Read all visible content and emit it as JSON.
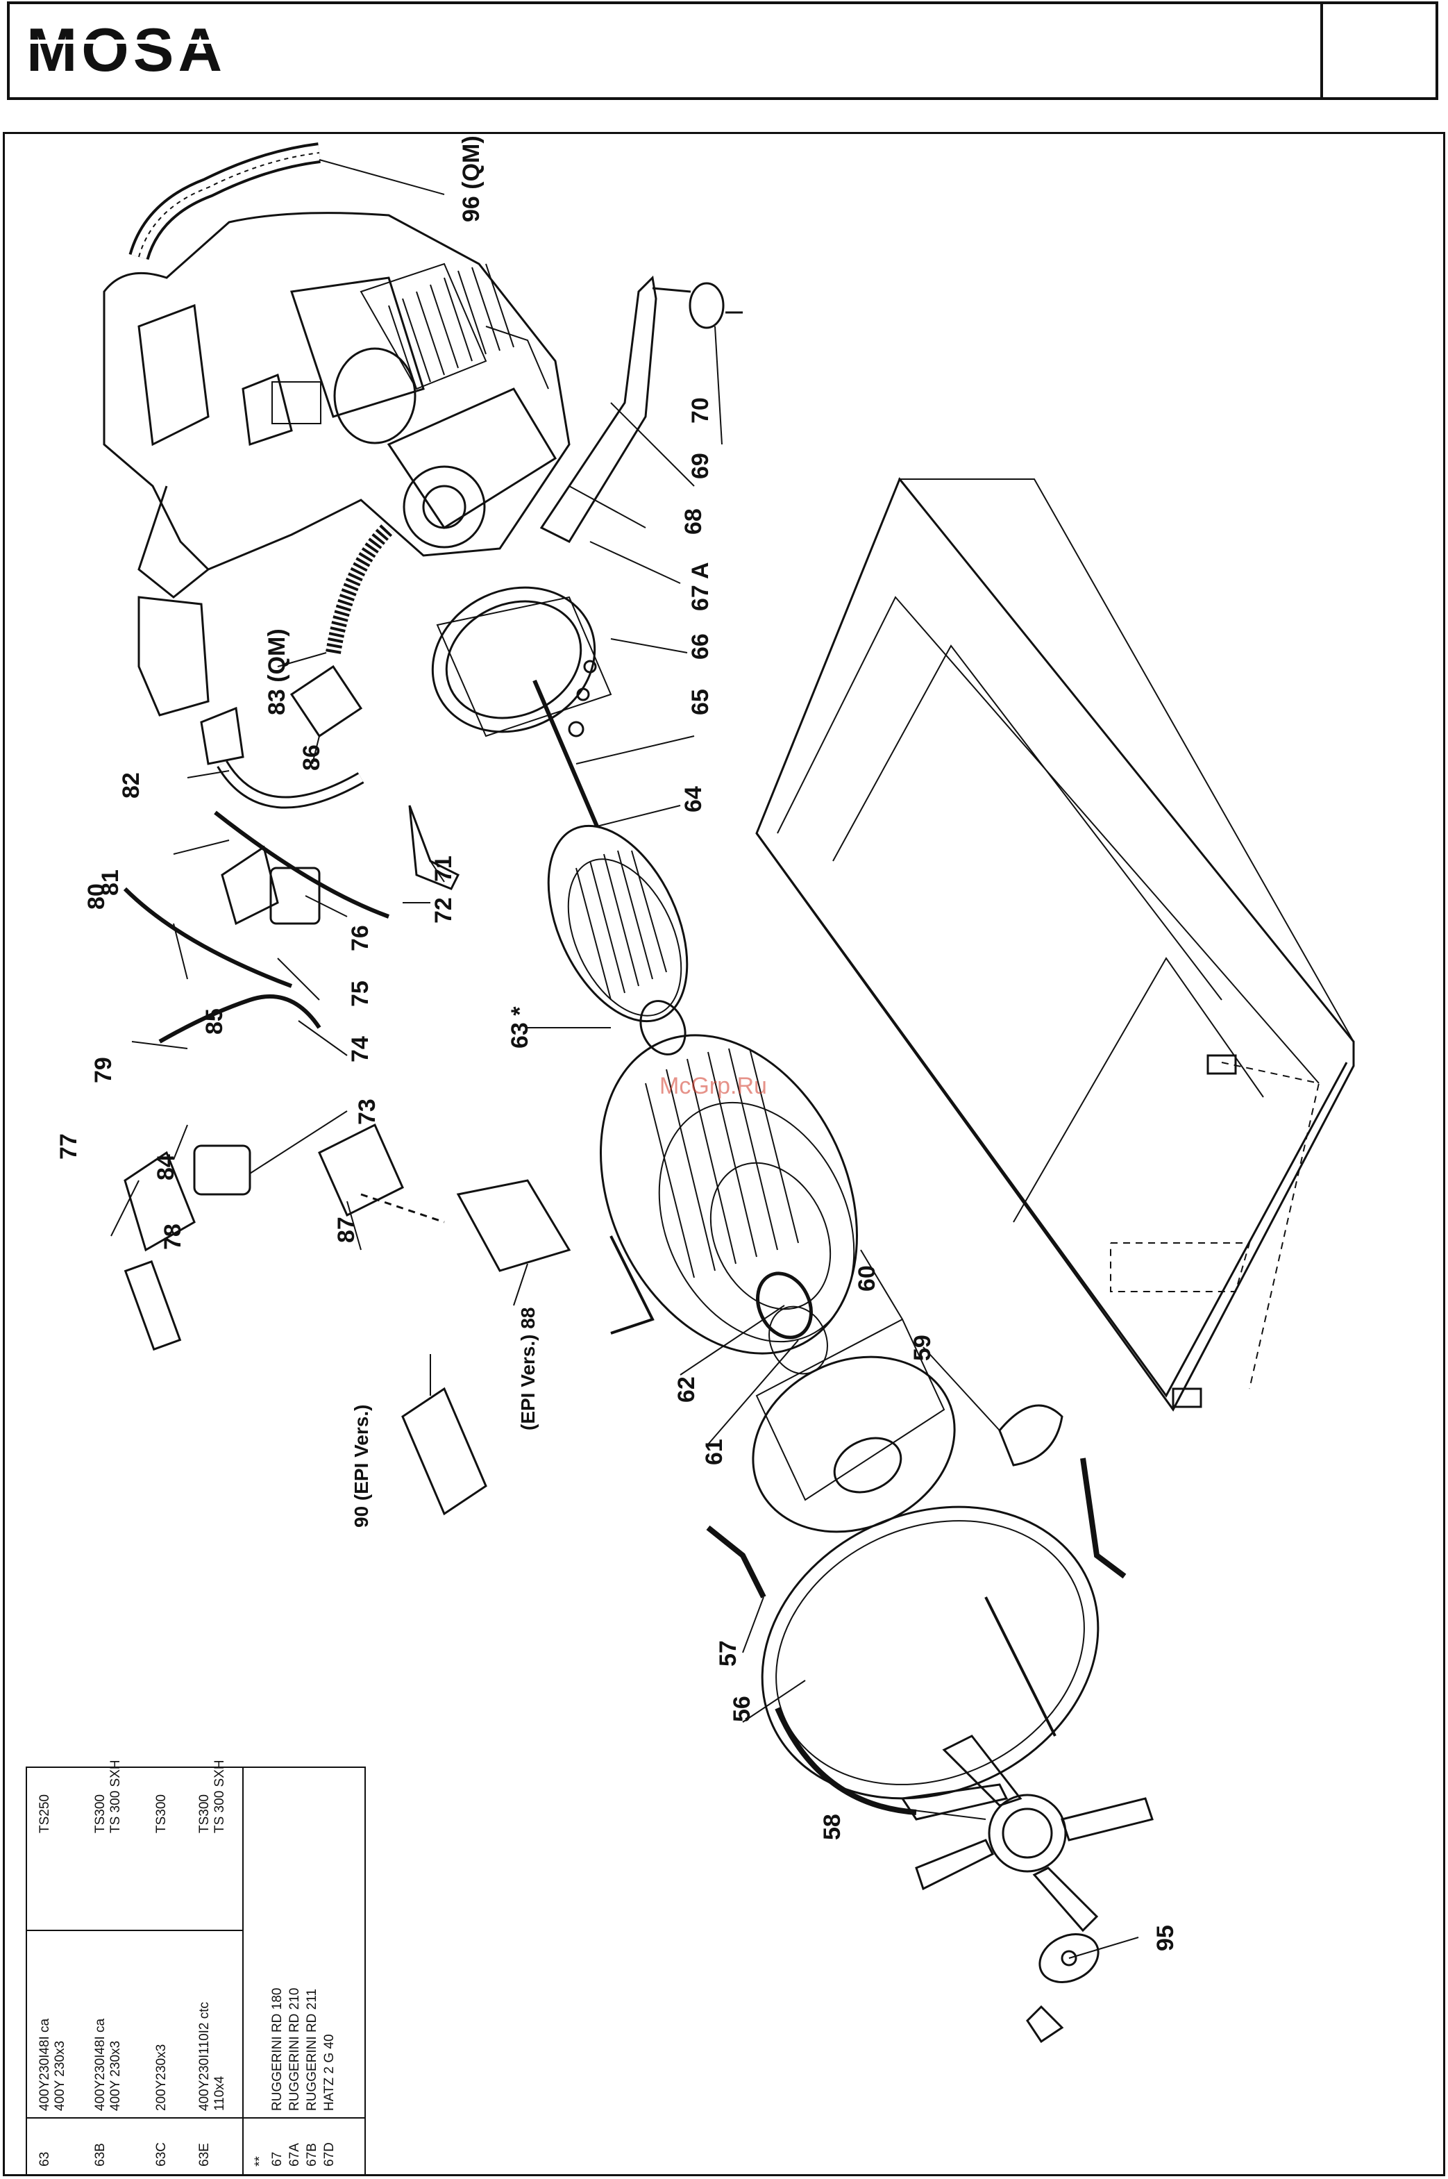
{
  "brand": {
    "logo_text": "MOSA"
  },
  "watermark": "McGrp.Ru",
  "callouts": {
    "c96": "96 (QM)",
    "c70": "70",
    "c69": "69",
    "c68": "68",
    "c67a": "67 A",
    "c66": "66",
    "c65": "65",
    "c64": "64",
    "c63": "63 *",
    "c62": "62",
    "c61": "61",
    "c60": "60",
    "c59": "59",
    "c58": "58",
    "c57": "57",
    "c56": "56",
    "c95": "95",
    "c83": "83 (QM)",
    "c86": "86",
    "c82": "82",
    "c81": "81",
    "c80": "80",
    "c79": "79",
    "c77": "77",
    "c84": "84",
    "c78": "78",
    "c73": "73",
    "c85": "85",
    "c74": "74",
    "c75": "75",
    "c76": "76",
    "c72": "72",
    "c71": "71",
    "c87": "87",
    "c88": "(EPI Vers.) 88",
    "c90": "90 (EPI Vers.)"
  },
  "table": {
    "rows": [
      {
        "code": "63",
        "spec1": "400Y230I48I ca",
        "spec2": "400Y 230x3",
        "model1": "TS250",
        "model2": ""
      },
      {
        "code": "63B",
        "spec1": "400Y230I48I ca",
        "spec2": "400Y 230x3",
        "model1": "TS300",
        "model2": "TS 300 SXH"
      },
      {
        "code": "63C",
        "spec1": "200Y230x3",
        "spec2": "",
        "model1": "TS300",
        "model2": ""
      },
      {
        "code": "63E",
        "spec1": "400Y230I110I2 ctc",
        "spec2": "110x4",
        "model1": "TS300",
        "model2": "TS 300 SXH"
      }
    ],
    "engines": [
      {
        "code": "**",
        "name": ""
      },
      {
        "code": "67",
        "name": "RUGGERINI RD 180"
      },
      {
        "code": "67A",
        "name": "RUGGERINI RD 210"
      },
      {
        "code": "67B",
        "name": "RUGGERINI RD 211"
      },
      {
        "code": "67D",
        "name": "HATZ 2 G 40"
      }
    ]
  }
}
